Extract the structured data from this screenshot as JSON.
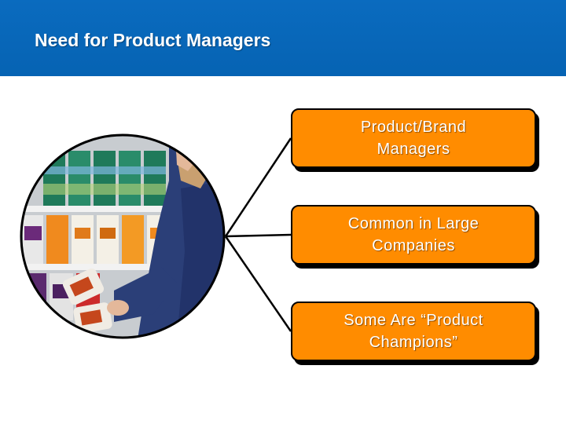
{
  "header": {
    "title": "Need for Product Managers"
  },
  "boxes": [
    {
      "label": "Product/Brand\nManagers"
    },
    {
      "label": "Common in Large\nCompanies"
    },
    {
      "label": "Some Are “Product\nChampions”"
    }
  ],
  "colors": {
    "header_bg": "#0a6bbf",
    "box_fill": "#ff8c00",
    "box_border": "#000000",
    "title_text": "#ffffff"
  },
  "photo": {
    "subject": "shopper holding canned goods in front of grocery shelf"
  }
}
